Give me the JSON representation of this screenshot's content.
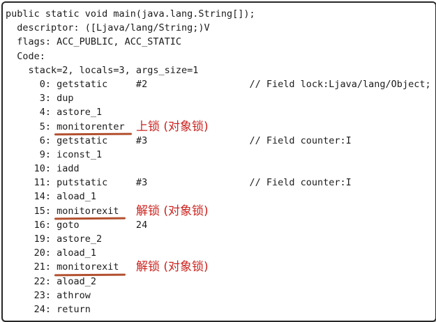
{
  "colors": {
    "page_background": "#ffffff",
    "panel_background": "#ffffff",
    "panel_border": "#272727",
    "code_text": "#1b1b1b",
    "annotation_text": "#cc2420",
    "annotation_underline": "#b2502f"
  },
  "bytecode": {
    "lines": [
      {
        "segments": [
          {
            "type": "code",
            "text": "public static void main(java.lang.String[]);"
          }
        ]
      },
      {
        "segments": [
          {
            "type": "code",
            "text": "  descriptor: ([Ljava/lang/String;)V"
          }
        ]
      },
      {
        "segments": [
          {
            "type": "code",
            "text": "  flags: ACC_PUBLIC, ACC_STATIC"
          }
        ]
      },
      {
        "segments": [
          {
            "type": "code",
            "text": "  Code:"
          }
        ]
      },
      {
        "segments": [
          {
            "type": "code",
            "text": "    stack=2, locals=3, args_size=1"
          }
        ]
      },
      {
        "segments": [
          {
            "type": "code",
            "text": "      0: getstatic     #2                  // Field lock:Ljava/lang/Object;"
          }
        ]
      },
      {
        "segments": [
          {
            "type": "code",
            "text": "      3: dup"
          }
        ]
      },
      {
        "segments": [
          {
            "type": "code",
            "text": "      4: astore_1"
          }
        ]
      },
      {
        "segments": [
          {
            "type": "code",
            "text": "      5: "
          },
          {
            "type": "mark",
            "text": "monitorenter"
          },
          {
            "type": "note",
            "text": "上锁 (对象锁)"
          }
        ]
      },
      {
        "segments": [
          {
            "type": "code",
            "text": "      6: getstatic     #3                  // Field counter:I"
          }
        ]
      },
      {
        "segments": [
          {
            "type": "code",
            "text": "      9: iconst_1"
          }
        ]
      },
      {
        "segments": [
          {
            "type": "code",
            "text": "     10: iadd"
          }
        ]
      },
      {
        "segments": [
          {
            "type": "code",
            "text": "     11: putstatic     #3                  // Field counter:I"
          }
        ]
      },
      {
        "segments": [
          {
            "type": "code",
            "text": "     14: aload_1"
          }
        ]
      },
      {
        "segments": [
          {
            "type": "code",
            "text": "     15: "
          },
          {
            "type": "mark",
            "text": "monitorexit"
          },
          {
            "type": "note",
            "text": "解锁 (对象锁)"
          }
        ]
      },
      {
        "segments": [
          {
            "type": "code",
            "text": "     16: goto          24"
          }
        ]
      },
      {
        "segments": [
          {
            "type": "code",
            "text": "     19: astore_2"
          }
        ]
      },
      {
        "segments": [
          {
            "type": "code",
            "text": "     20: aload_1"
          }
        ]
      },
      {
        "segments": [
          {
            "type": "code",
            "text": "     21: "
          },
          {
            "type": "mark",
            "text": "monitorexit"
          },
          {
            "type": "note",
            "text": "解锁 (对象锁)"
          }
        ]
      },
      {
        "segments": [
          {
            "type": "code",
            "text": "     22: aload_2"
          }
        ]
      },
      {
        "segments": [
          {
            "type": "code",
            "text": "     23: athrow"
          }
        ]
      },
      {
        "segments": [
          {
            "type": "code",
            "text": "     24: return"
          }
        ]
      }
    ]
  }
}
